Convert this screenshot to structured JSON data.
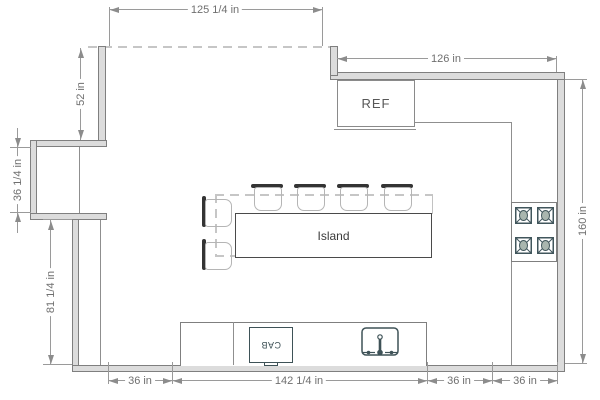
{
  "floor_plan": {
    "labels": {
      "refrigerator": "REF",
      "island": "Island",
      "cabinet": "CAB"
    },
    "dimensions": {
      "top": "125 1/4 in",
      "top_right": "126 in",
      "left_upper": "52 in",
      "left_middle": "36 1/4 in",
      "left_lower": "81 1/4 in",
      "right": "160 in",
      "bottom": [
        "36 in",
        "142 1/4 in",
        "36 in",
        "36 in"
      ]
    },
    "fixture_icons": [
      "refrigerator",
      "kitchen-island",
      "bar-stool",
      "cooktop-burner",
      "sink",
      "faucet",
      "base-cabinet"
    ],
    "colors": {
      "wall_fill": "#dcdcdc",
      "wall_stroke": "#7f7f7f",
      "dimension_line": "#8c8c8c",
      "dimension_text": "#6f6f6f",
      "fixture_stroke": "#3e5257",
      "burner_fill": "#a9b6af",
      "dashed_line": "#c6c6c6"
    }
  }
}
